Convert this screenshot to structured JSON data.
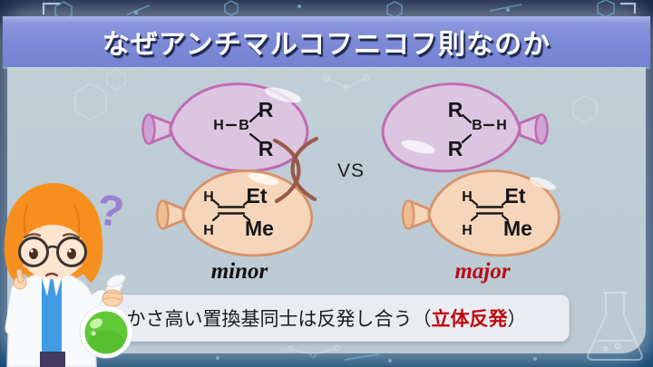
{
  "slide_title": "なぜアンチマルコフニコフ則なのか",
  "vs_label": "VS",
  "question_mark": "?",
  "pairs": {
    "left": {
      "borane": {
        "h": "H",
        "b": "B",
        "r_top": "R",
        "r_bottom": "R"
      },
      "alkene": {
        "h_top": "H",
        "h_bottom": "H",
        "ethyl": "Et",
        "methyl": "Me"
      },
      "outcome": "minor"
    },
    "right": {
      "borane": {
        "h": "H",
        "b": "B",
        "r_top": "R",
        "r_bottom": "R"
      },
      "alkene": {
        "h_top": "H",
        "h_bottom": "H",
        "ethyl": "Et",
        "methyl": "Me"
      },
      "outcome": "major"
    }
  },
  "caption": {
    "pre": "かさ高い置換基同士は反発し合う（",
    "emphasis": "立体反発",
    "post": "）"
  },
  "colors": {
    "banner": "#7b89d6",
    "panel": "#c2d0d8",
    "balloon_pink_fill": "#dcc5e0",
    "balloon_pink_stroke": "#bf6bb3",
    "balloon_peach_fill": "#f6d6ba",
    "balloon_peach_stroke": "#d6936a",
    "clash_mark": "#9a594b",
    "major_label": "#b60d18",
    "emphasis_red": "#c00712",
    "caption_bg": "#e9edf1",
    "flask_green": "#5fc937",
    "question_mark_purple": "#9c7ed2"
  }
}
